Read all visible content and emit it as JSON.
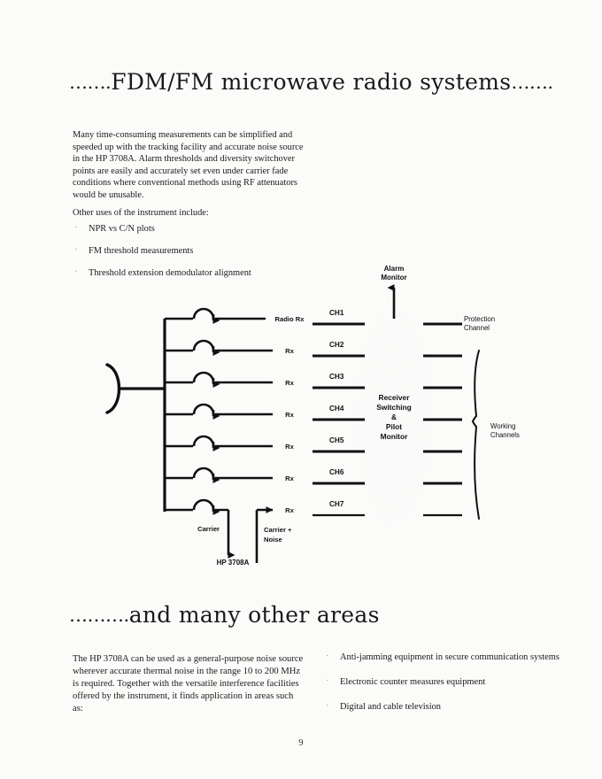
{
  "page": {
    "number": "9",
    "title_main_prefix": "…….",
    "title_main": "FDM/FM  microwave radio systems",
    "title_main_suffix": "…….",
    "title_second_prefix": "……….",
    "title_second": "and many other areas"
  },
  "intro": {
    "paragraph": "Many time-consuming measurements can be simplified and speeded up with the tracking facility and accurate noise source in the HP 3708A. Alarm thresholds and diversity switchover points are easily and accurately set even under carrier fade conditions where conventional methods using RF attenuators would be unusable.",
    "lead_line": "Other uses of the instrument include:",
    "uses": [
      "NPR vs C/N plots",
      "FM threshold measurements",
      "Threshold extension demodulator alignment"
    ]
  },
  "bottom": {
    "paragraph": "The HP 3708A can be used as a general-purpose noise source wherever accurate thermal noise in the range 10 to 200 MHz is required. Together with the versatile interference facilities offered by the instrument, it finds application in areas such as:",
    "areas": [
      "Anti-jamming equipment in secure communication systems",
      "Electronic counter measures equipment",
      "Digital and cable television"
    ]
  },
  "diagram": {
    "alarm_monitor_label_line1": "Alarm",
    "alarm_monitor_label_line2": "Monitor",
    "switch_block_line1": "Receiver",
    "switch_block_line2": "Switching",
    "switch_block_line3": "&",
    "switch_block_line4": "Pilot",
    "switch_block_line5": "Monitor",
    "protection_label_line1": "Protection",
    "protection_label_line2": "Channel",
    "working_label_line1": "Working",
    "working_label_line2": "Channels",
    "carrier_label": "Carrier",
    "carrier_noise_label_line1": "Carrier +",
    "carrier_noise_label_line2": "Noise",
    "instrument_label": "HP 3708A",
    "receiver_labels": [
      "Radio Rx",
      "Rx",
      "Rx",
      "Rx",
      "Rx",
      "Rx",
      "Rx"
    ],
    "channel_labels": [
      "CH1",
      "CH2",
      "CH3",
      "CH4",
      "CH5",
      "CH6",
      "CH7"
    ],
    "row_count": 7,
    "colors": {
      "line": "#111111",
      "text": "#111111",
      "speckle": "#c9c9c9"
    }
  }
}
